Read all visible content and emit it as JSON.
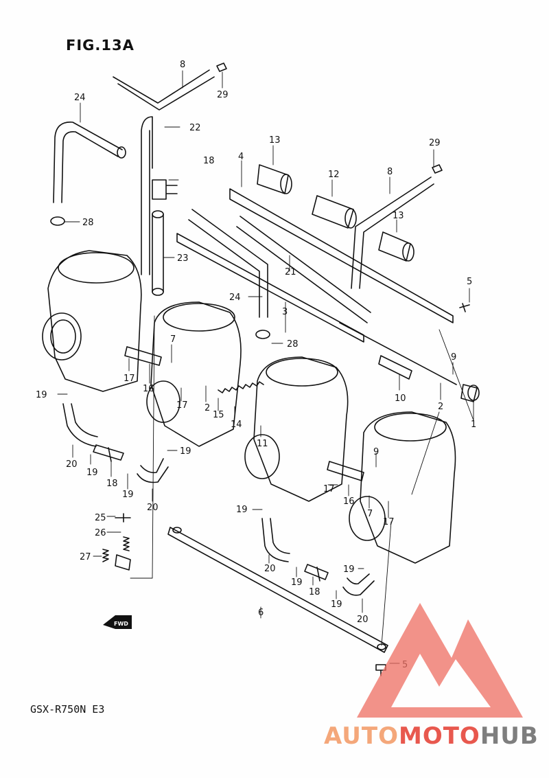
{
  "figure": {
    "title": "FIG.13A",
    "model": "GSX-R750N  E3"
  },
  "watermark": {
    "brand_part1": "AUTO",
    "brand_part2": "MOTO",
    "brand_part3": "HUB",
    "colors": {
      "auto": "#f4a77a",
      "moto": "#e8584e",
      "hub": "#7e7e7e",
      "logo": "#e8584e"
    }
  },
  "fwd_badge": "FWD",
  "callouts": [
    {
      "id": "c8a",
      "text": "8"
    },
    {
      "id": "c29a",
      "text": "29"
    },
    {
      "id": "c24a",
      "text": "24"
    },
    {
      "id": "c22",
      "text": "22"
    },
    {
      "id": "c18a",
      "text": "18"
    },
    {
      "id": "c28a",
      "text": "28"
    },
    {
      "id": "c23",
      "text": "23"
    },
    {
      "id": "c13a",
      "text": "13"
    },
    {
      "id": "c4",
      "text": "4"
    },
    {
      "id": "c12",
      "text": "12"
    },
    {
      "id": "c29b",
      "text": "29"
    },
    {
      "id": "c8b",
      "text": "8"
    },
    {
      "id": "c13b",
      "text": "13"
    },
    {
      "id": "c21",
      "text": "21"
    },
    {
      "id": "c5a",
      "text": "5"
    },
    {
      "id": "c24b",
      "text": "24"
    },
    {
      "id": "c3",
      "text": "3"
    },
    {
      "id": "c28b",
      "text": "28"
    },
    {
      "id": "c9a",
      "text": "9"
    },
    {
      "id": "c7a",
      "text": "7"
    },
    {
      "id": "c17a",
      "text": "17"
    },
    {
      "id": "c16a",
      "text": "16"
    },
    {
      "id": "c19a",
      "text": "19"
    },
    {
      "id": "c17b",
      "text": "17"
    },
    {
      "id": "c2a",
      "text": "2"
    },
    {
      "id": "c15",
      "text": "15"
    },
    {
      "id": "c14",
      "text": "14"
    },
    {
      "id": "c10",
      "text": "10"
    },
    {
      "id": "c2b",
      "text": "2"
    },
    {
      "id": "c1",
      "text": "1"
    },
    {
      "id": "c11",
      "text": "11"
    },
    {
      "id": "c20a",
      "text": "20"
    },
    {
      "id": "c19b",
      "text": "19"
    },
    {
      "id": "c18b",
      "text": "18"
    },
    {
      "id": "c19c",
      "text": "19"
    },
    {
      "id": "c19d",
      "text": "19"
    },
    {
      "id": "c20b",
      "text": "20"
    },
    {
      "id": "c9b",
      "text": "9"
    },
    {
      "id": "c17c",
      "text": "17"
    },
    {
      "id": "c16b",
      "text": "16"
    },
    {
      "id": "c7b",
      "text": "7"
    },
    {
      "id": "c17d",
      "text": "17"
    },
    {
      "id": "c25",
      "text": "25"
    },
    {
      "id": "c26",
      "text": "26"
    },
    {
      "id": "c27",
      "text": "27"
    },
    {
      "id": "c19e",
      "text": "19"
    },
    {
      "id": "c20c",
      "text": "20"
    },
    {
      "id": "c19f",
      "text": "19"
    },
    {
      "id": "c18c",
      "text": "18"
    },
    {
      "id": "c19g",
      "text": "19"
    },
    {
      "id": "c19h",
      "text": "19"
    },
    {
      "id": "c20d",
      "text": "20"
    },
    {
      "id": "c6",
      "text": "6"
    },
    {
      "id": "c5b",
      "text": "5"
    }
  ]
}
